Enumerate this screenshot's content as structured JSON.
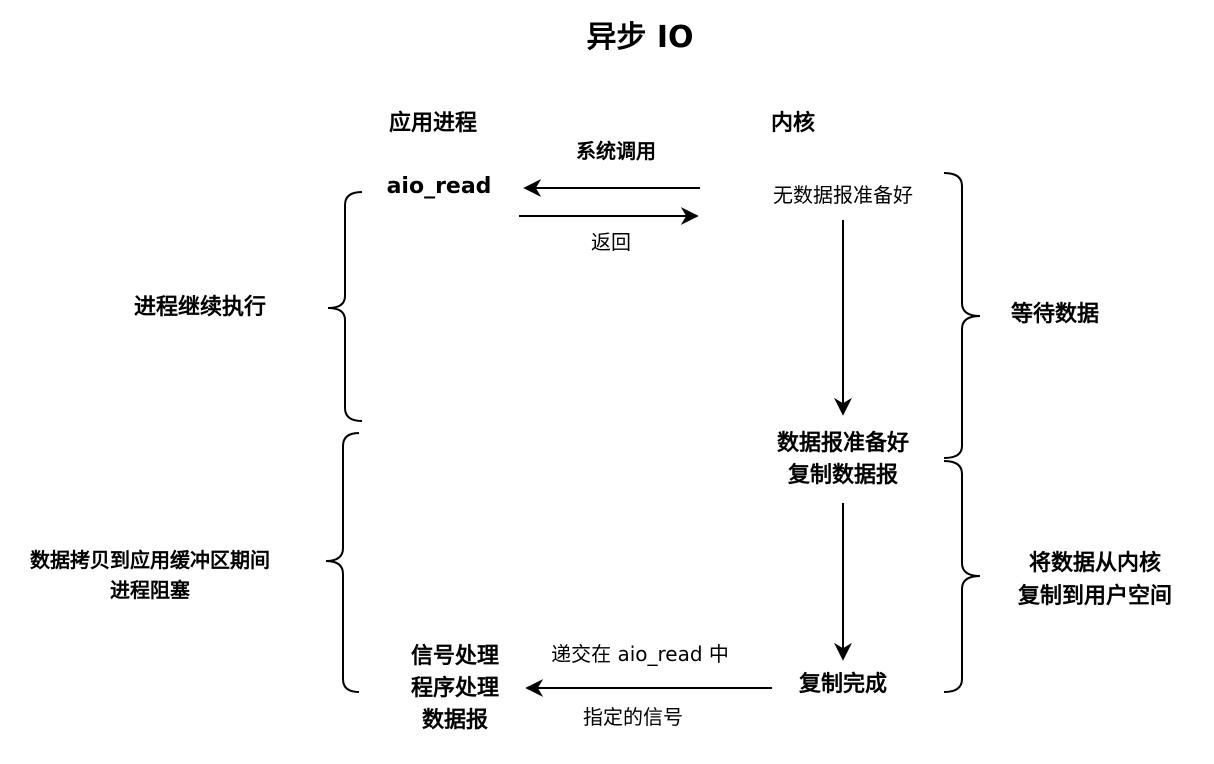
{
  "title": "异步 IO",
  "columns": {
    "app": "应用进程",
    "kernel": "内核"
  },
  "app_side": {
    "call": "aio_read",
    "handler": [
      "信号处理",
      "程序处理",
      "数据报"
    ]
  },
  "kernel_side": {
    "no_data": "无数据报准备好",
    "ready": [
      "数据报准备好",
      "复制数据报"
    ],
    "done": "复制完成"
  },
  "arrows": {
    "syscall": "系统调用",
    "return": "返回",
    "deliver": "递交在 aio_read 中",
    "signal": "指定的信号"
  },
  "left_braces": {
    "continue": "进程继续执行",
    "blocked": [
      "数据拷贝到应用缓冲区期间",
      "进程阻塞"
    ]
  },
  "right_braces": {
    "wait": "等待数据",
    "copy": [
      "将数据从内核",
      "复制到用户空间"
    ]
  }
}
